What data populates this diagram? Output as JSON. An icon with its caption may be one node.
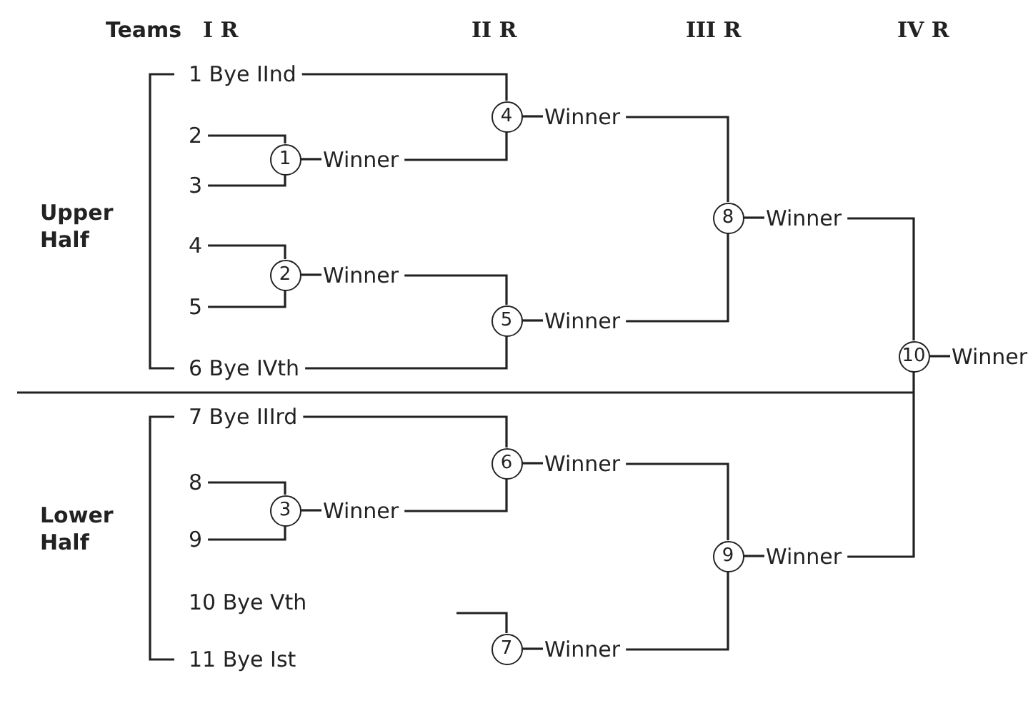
{
  "diagram": {
    "nodes": [
      {
        "text": [
          "1 Bye IInd"
        ]
      },
      {
        "text": [
          "2"
        ]
      },
      {
        "text": [
          "3"
        ]
      },
      {
        "text": [
          "4"
        ]
      },
      {
        "text": [
          "5"
        ]
      },
      {
        "text": [
          "6 Bye IVth"
        ]
      },
      {
        "text": [
          "7 Bye IIIrd"
        ]
      },
      {
        "text": [
          "8"
        ]
      },
      {
        "text": [
          "9"
        ]
      },
      {
        "text": [
          "10 Bye Vth"
        ]
      },
      {
        "text": [
          "11 Bye Ist"
        ]
      },
      {
        "text": [
          "1"
        ]
      },
      {
        "text": [
          "2"
        ]
      },
      {
        "text": [
          "3"
        ]
      },
      {
        "text": [
          "4"
        ]
      },
      {
        "text": [
          "5"
        ]
      },
      {
        "text": [
          "6"
        ]
      },
      {
        "text": [
          "7"
        ]
      },
      {
        "text": [
          "8"
        ]
      },
      {
        "text": [
          "9"
        ]
      },
      {
        "text": [
          "10"
        ]
      },
      {
        "text": [
          "Winner"
        ]
      },
      {
        "text": [
          "Winner"
        ]
      },
      {
        "text": [
          "Winner"
        ]
      },
      {
        "text": [
          "Winner"
        ]
      },
      {
        "text": [
          "Winner"
        ]
      },
      {
        "text": [
          "Winner"
        ]
      },
      {
        "text": [
          "Winner"
        ]
      },
      {
        "text": [
          "Winner"
        ]
      },
      {
        "text": [
          "Winner"
        ]
      },
      {
        "text": [
          "Winner"
        ]
      }
    ],
    "edges": [
      {
        "from": 1,
        "to": 11,
        "arrow": "none"
      },
      {
        "from": 2,
        "to": 11,
        "arrow": "none"
      },
      {
        "from": 3,
        "to": 12,
        "arrow": "none"
      },
      {
        "from": 4,
        "to": 12,
        "arrow": "none"
      },
      {
        "from": 7,
        "to": 13,
        "arrow": "none"
      },
      {
        "from": 8,
        "to": 13,
        "arrow": "none"
      },
      {
        "from": 0,
        "to": 14,
        "arrow": "none"
      },
      {
        "from": 21,
        "to": 14,
        "arrow": "none"
      },
      {
        "from": 22,
        "to": 15,
        "arrow": "none"
      },
      {
        "from": 5,
        "to": 15,
        "arrow": "none"
      },
      {
        "from": 6,
        "to": 16,
        "arrow": "none"
      },
      {
        "from": 23,
        "to": 16,
        "arrow": "none"
      },
      {
        "from": null,
        "to": 17,
        "arrow": "none"
      },
      {
        "from": 24,
        "to": 18,
        "arrow": "none"
      },
      {
        "from": 25,
        "to": 18,
        "arrow": "none"
      },
      {
        "from": 26,
        "to": 19,
        "arrow": "none"
      },
      {
        "from": 27,
        "to": 19,
        "arrow": "none"
      },
      {
        "from": 28,
        "to": 20,
        "arrow": "none"
      },
      {
        "from": 29,
        "to": 20,
        "arrow": "none"
      },
      {
        "from": 11,
        "to": 21,
        "arrow": "none"
      },
      {
        "from": 12,
        "to": 22,
        "arrow": "none"
      },
      {
        "from": 13,
        "to": 23,
        "arrow": "none"
      },
      {
        "from": 14,
        "to": 24,
        "arrow": "none"
      },
      {
        "from": 15,
        "to": 25,
        "arrow": "none"
      },
      {
        "from": 16,
        "to": 26,
        "arrow": "none"
      },
      {
        "from": 17,
        "to": 27,
        "arrow": "none"
      },
      {
        "from": 18,
        "to": 28,
        "arrow": "none"
      },
      {
        "from": 19,
        "to": 29,
        "arrow": "none"
      },
      {
        "from": 20,
        "to": 30,
        "arrow": "none"
      }
    ],
    "labels": [
      "Teams",
      "I R",
      "II R",
      "III R",
      "IV R",
      "Upper Half",
      "Lower Half"
    ]
  }
}
